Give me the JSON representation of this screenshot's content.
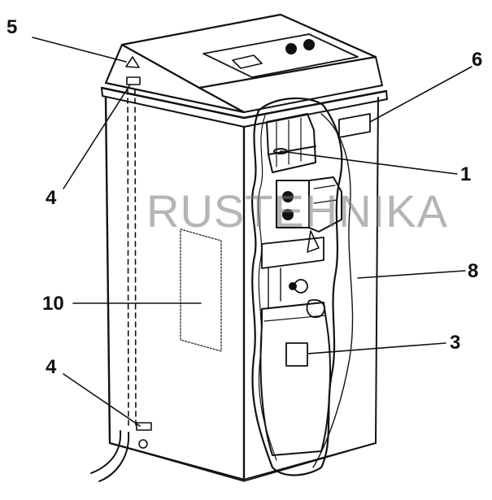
{
  "callouts": {
    "c5": "5",
    "c6": "6",
    "c4_top": "4",
    "c1": "1",
    "c8": "8",
    "c10": "10",
    "c3": "3",
    "c4_bottom": "4"
  },
  "watermark": "RUSTEHNIKA",
  "colors": {
    "line": "#111111",
    "background": "#ffffff",
    "watermark": "#8a8a8a"
  }
}
